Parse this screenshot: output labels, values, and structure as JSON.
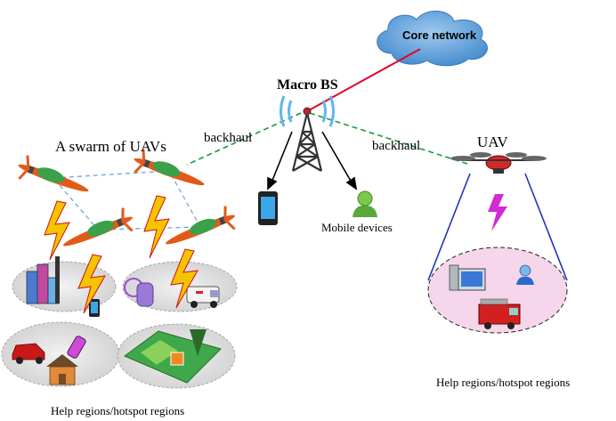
{
  "diagram": {
    "core_network": "Core network",
    "macro_bs": "Macro BS",
    "swarm_label": "A swarm of UAVs",
    "uav_label": "UAV",
    "backhaul_left": "backhaul",
    "backhaul_right": "backhaul",
    "mobile_devices": "Mobile devices",
    "help_regions_left": "Help regions/hotspot regions",
    "help_regions_right": "Help regions/hotspot regions"
  },
  "colors": {
    "core_link": "#e0002a",
    "backhaul": "#1a9a3a",
    "swarm_links": "#6a9bd8",
    "uav_beam": "#2233bb",
    "lightning": "#f5c400",
    "lightning_outline": "#d01010",
    "uav_lightning": "#d42ad4",
    "cloud": "#5b9bd5",
    "region_left": "#e2e2e2",
    "region_right": "#f6d6ea"
  }
}
